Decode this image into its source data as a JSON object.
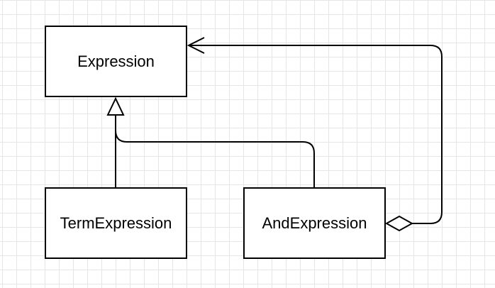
{
  "diagram": {
    "type": "uml-class-diagram",
    "classes": {
      "expression": "Expression",
      "term_expression": "TermExpression",
      "and_expression": "AndExpression"
    },
    "relationships": [
      {
        "kind": "generalization",
        "from": "TermExpression",
        "to": "Expression"
      },
      {
        "kind": "generalization",
        "from": "AndExpression",
        "to": "Expression"
      },
      {
        "kind": "aggregation",
        "from": "AndExpression",
        "to": "Expression"
      }
    ]
  }
}
